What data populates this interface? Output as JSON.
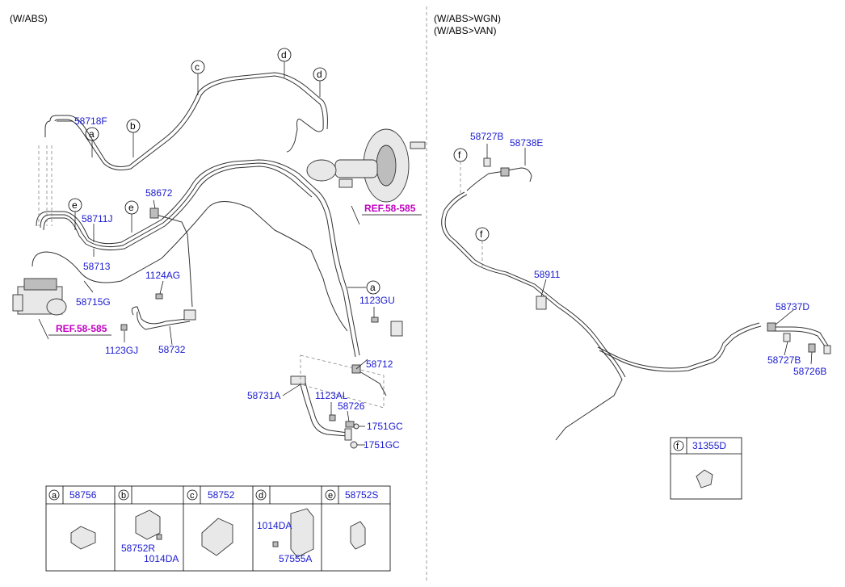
{
  "headers": {
    "left": "(W/ABS)",
    "right_line1": "(W/ABS>WGN)",
    "right_line2": "(W/ABS>VAN)"
  },
  "callouts": {
    "c": "c",
    "d": "d",
    "d2": "d",
    "a": "a",
    "b": "b",
    "e": "e",
    "e2": "e",
    "a_right": "a",
    "f1": "f",
    "f2": "f"
  },
  "labels": {
    "p58718F": "58718F",
    "p58672": "58672",
    "p58711J": "58711J",
    "p58713": "58713",
    "p58715G": "58715G",
    "p1124AG": "1124AG",
    "p1123GJ": "1123GJ",
    "p58732": "58732",
    "p1123GU": "1123GU",
    "p58712": "58712",
    "p58731A": "58731A",
    "p1123AL": "1123AL",
    "p58726": "58726",
    "p1751GC_a": "1751GC",
    "p1751GC_b": "1751GC",
    "p58727B_top": "58727B",
    "p58738E": "58738E",
    "p58911": "58911",
    "p58737D": "58737D",
    "p58727B_bot": "58727B",
    "p58726B": "58726B",
    "ref_upper": "REF.58-585",
    "ref_lower": "REF.58-585"
  },
  "legend": [
    {
      "letter": "a",
      "part": "58756"
    },
    {
      "letter": "b",
      "part": "",
      "sub1": "58752R",
      "sub2": "1014DA"
    },
    {
      "letter": "c",
      "part": "58752"
    },
    {
      "letter": "d",
      "part": "",
      "sub1": "1014DA",
      "sub2": "57555A"
    },
    {
      "letter": "e",
      "part": "58752S"
    }
  ],
  "legend_f": {
    "letter": "f",
    "part": "31355D"
  },
  "colors": {
    "part_label": "#1a1ad0",
    "reference": "#c000c0"
  }
}
